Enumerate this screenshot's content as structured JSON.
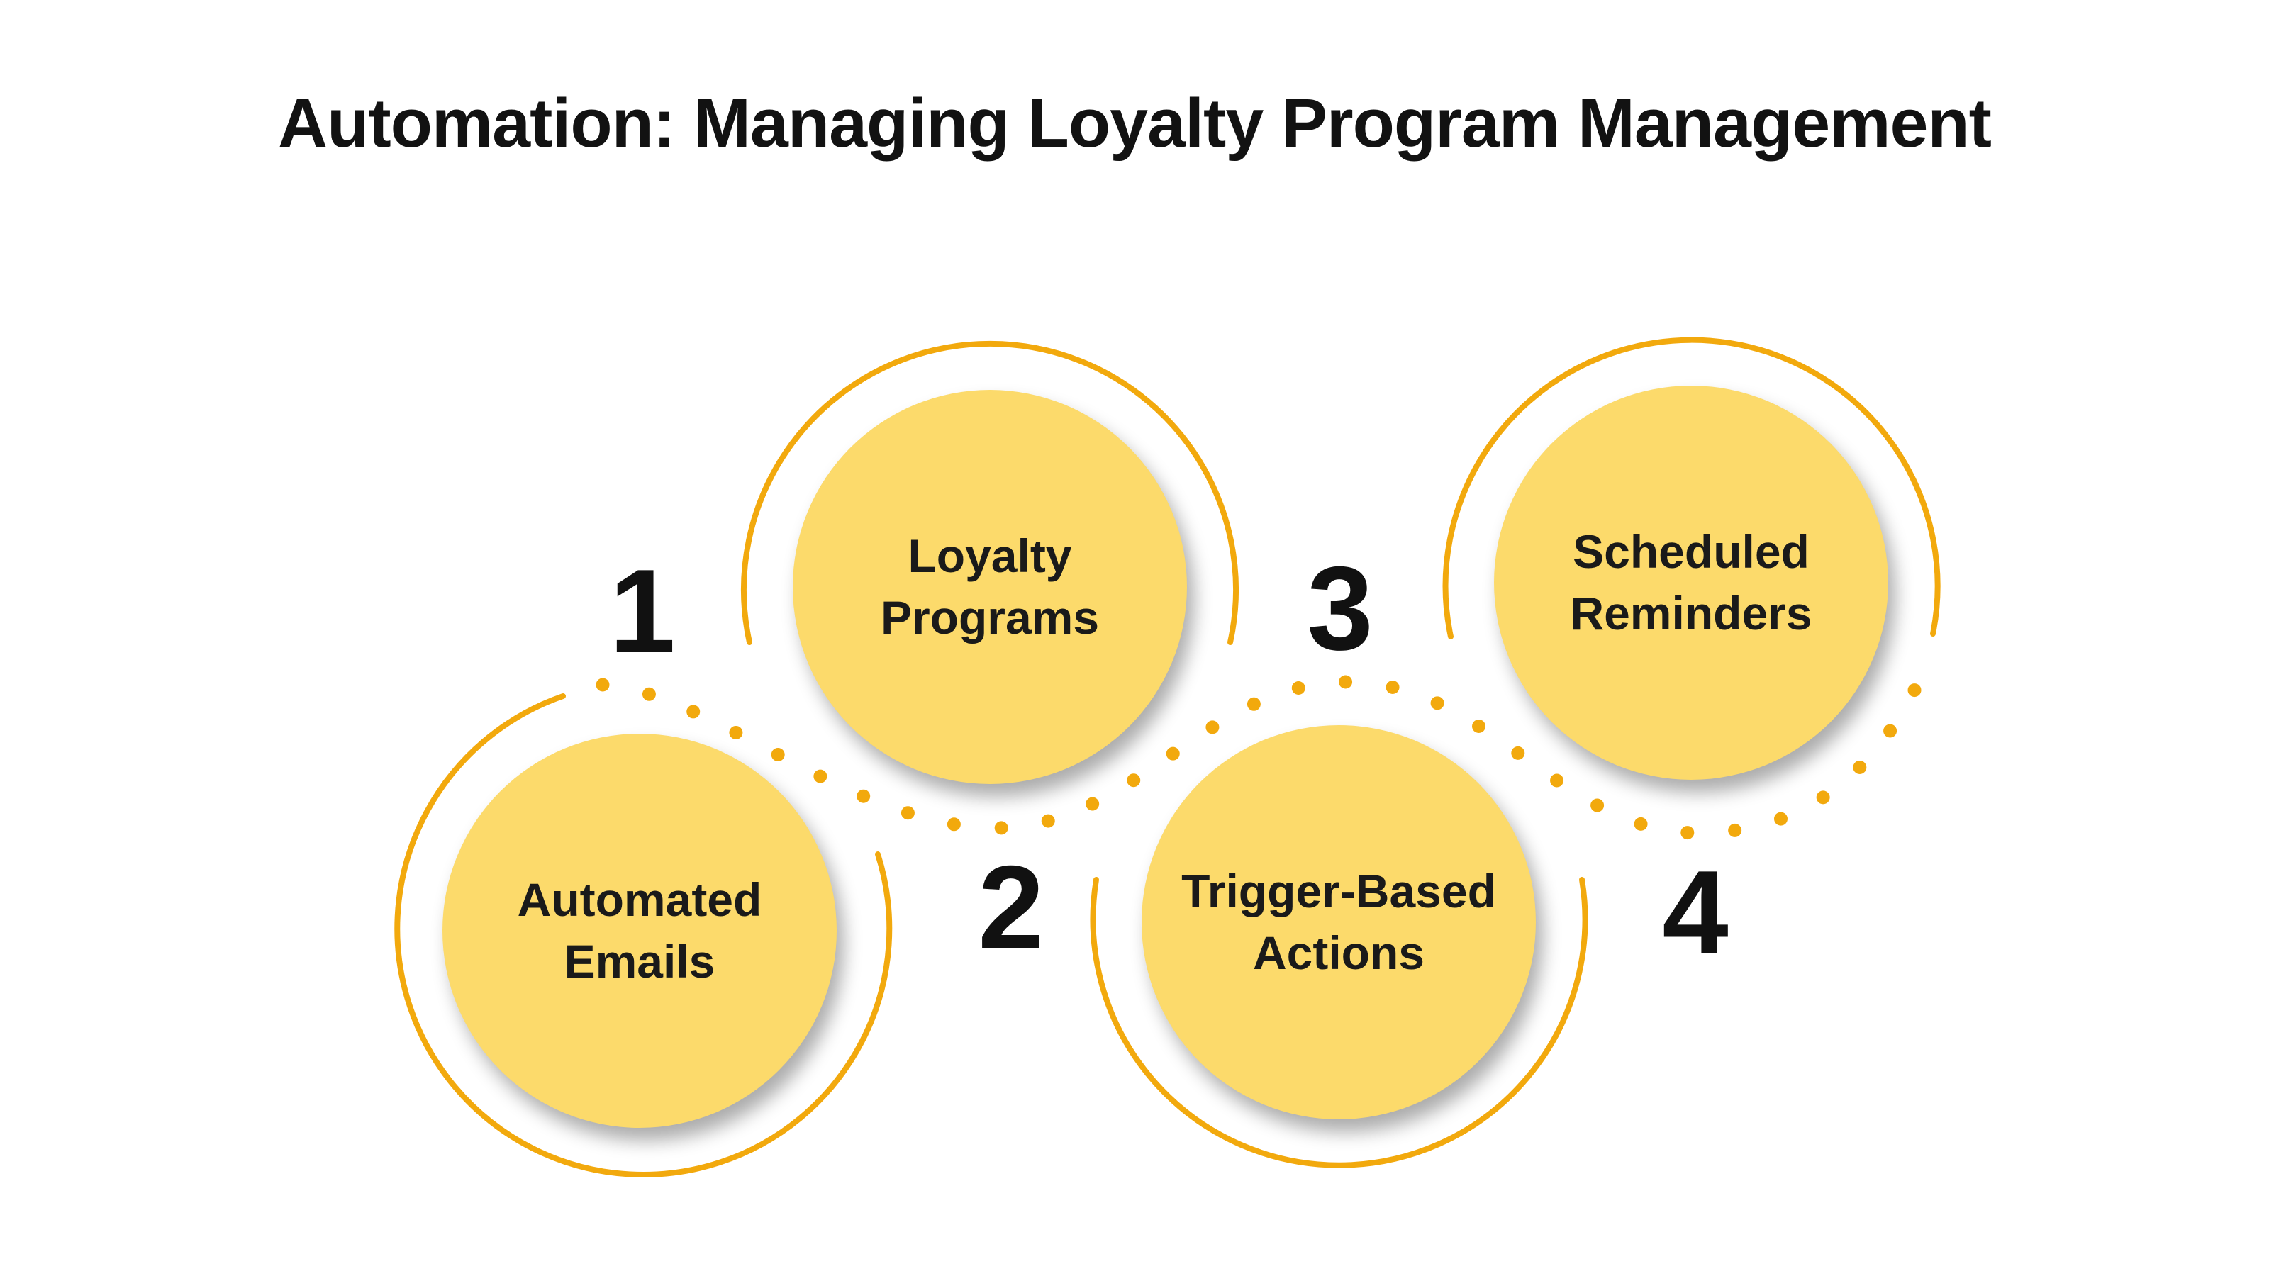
{
  "title": "Automation: Managing Loyalty Program Management",
  "steps": [
    {
      "number": "1",
      "line1": "Automated",
      "line2": "Emails"
    },
    {
      "number": "2",
      "line1": "Loyalty",
      "line2": "Programs"
    },
    {
      "number": "3",
      "line1": "Trigger-Based",
      "line2": "Actions"
    },
    {
      "number": "4",
      "line1": "Scheduled",
      "line2": "Reminders"
    }
  ],
  "colors": {
    "background": "#FFFFFF",
    "circle_fill": "#FCDA6B",
    "accent": "#F2A90D",
    "title_text": "#121212",
    "label_text": "#1A1A1A",
    "number_text": "#111111"
  }
}
